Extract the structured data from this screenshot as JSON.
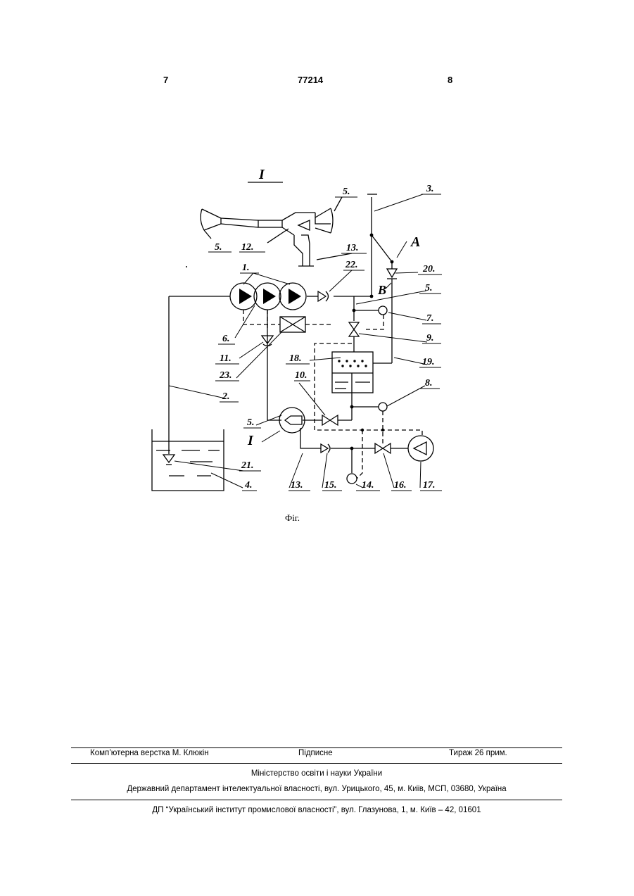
{
  "header": {
    "page_left": "7",
    "patent_number": "77214",
    "page_right": "8"
  },
  "figure": {
    "caption": "Фіг.",
    "labels": {
      "I_title": "I",
      "l5_top": "5.",
      "l3": "3.",
      "l5_left": "5.",
      "l12": "12.",
      "l13_top": "13.",
      "A": "A",
      "l1": "1.",
      "l22": "22.",
      "l20": "20.",
      "B": "B",
      "l5_mid": "5.",
      "l7": "7.",
      "l6": "6.",
      "l9": "9.",
      "l11": "11.",
      "l18": "18.",
      "l19": "19.",
      "l23": "23.",
      "l10": "10.",
      "l8": "8.",
      "l2": "2.",
      "l5_low": "5.",
      "I_low": "I",
      "l21": "21.",
      "l4": "4.",
      "l13": "13.",
      "l15": "15.",
      "l14": "14.",
      "l16": "16.",
      "l17": "17."
    }
  },
  "footer": {
    "layout": "Комп’ютерна верстка М. Клюкін",
    "signed": "Підписне",
    "circulation": "Тираж 26 прим.",
    "ministry": "Міністерство освіти і науки України",
    "department": "Державний департамент інтелектуальної власності, вул. Урицького, 45, м. Київ, МСП, 03680, Україна",
    "institute": "ДП “Український інститут промислової власності”, вул. Глазунова, 1, м. Київ – 42, 01601"
  }
}
